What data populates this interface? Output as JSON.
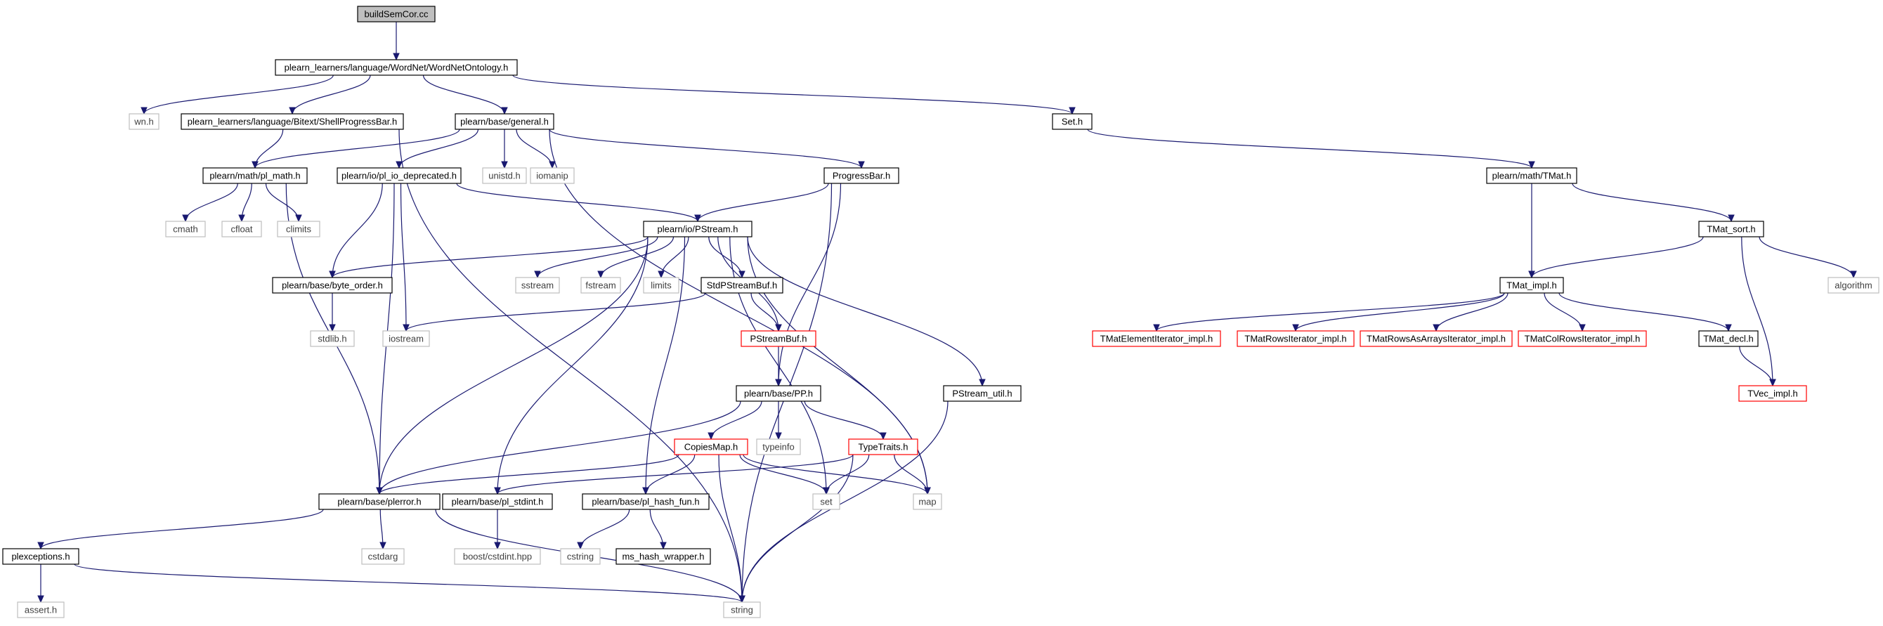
{
  "colors": {
    "edge": "#191970",
    "root_fill": "#bfbfbf",
    "normal_border": "#000000",
    "external_border": "#bfbfbf",
    "truncated_border": "#ff0000",
    "text_normal": "#000000",
    "text_external": "#404040"
  },
  "nodes": {
    "root": {
      "label": "buildSemCor.cc",
      "kind": "root"
    },
    "wordnet": {
      "label": "plearn_learners/language/WordNet/WordNetOntology.h",
      "kind": "normal"
    },
    "wn": {
      "label": "wn.h",
      "kind": "external"
    },
    "shellprog": {
      "label": "plearn_learners/language/Bitext/ShellProgressBar.h",
      "kind": "normal"
    },
    "general": {
      "label": "plearn/base/general.h",
      "kind": "normal"
    },
    "seth": {
      "label": "Set.h",
      "kind": "normal"
    },
    "plmath": {
      "label": "plearn/math/pl_math.h",
      "kind": "normal"
    },
    "ioDep": {
      "label": "plearn/io/pl_io_deprecated.h",
      "kind": "normal"
    },
    "unistd": {
      "label": "unistd.h",
      "kind": "external"
    },
    "iomanip": {
      "label": "iomanip",
      "kind": "external"
    },
    "progress": {
      "label": "ProgressBar.h",
      "kind": "normal"
    },
    "tmat": {
      "label": "plearn/math/TMat.h",
      "kind": "normal"
    },
    "cmath": {
      "label": "cmath",
      "kind": "external"
    },
    "cfloat": {
      "label": "cfloat",
      "kind": "external"
    },
    "climits": {
      "label": "climits",
      "kind": "external"
    },
    "pstream": {
      "label": "plearn/io/PStream.h",
      "kind": "normal"
    },
    "tmatSort": {
      "label": "TMat_sort.h",
      "kind": "normal"
    },
    "byteOrder": {
      "label": "plearn/base/byte_order.h",
      "kind": "normal"
    },
    "sstream": {
      "label": "sstream",
      "kind": "external"
    },
    "fstream": {
      "label": "fstream",
      "kind": "external"
    },
    "limits": {
      "label": "limits",
      "kind": "external"
    },
    "stdPsb": {
      "label": "StdPStreamBuf.h",
      "kind": "normal"
    },
    "tmatImpl": {
      "label": "TMat_impl.h",
      "kind": "normal"
    },
    "algorithm": {
      "label": "algorithm",
      "kind": "external"
    },
    "stdlib": {
      "label": "stdlib.h",
      "kind": "external"
    },
    "iostream": {
      "label": "iostream",
      "kind": "external"
    },
    "psb": {
      "label": "PStreamBuf.h",
      "kind": "truncated"
    },
    "tmatElem": {
      "label": "TMatElementIterator_impl.h",
      "kind": "truncated"
    },
    "tmatRows": {
      "label": "TMatRowsIterator_impl.h",
      "kind": "truncated"
    },
    "tmatRowsArr": {
      "label": "TMatRowsAsArraysIterator_impl.h",
      "kind": "truncated"
    },
    "tmatCol": {
      "label": "TMatColRowsIterator_impl.h",
      "kind": "truncated"
    },
    "tmatDecl": {
      "label": "TMat_decl.h",
      "kind": "normal"
    },
    "pp": {
      "label": "plearn/base/PP.h",
      "kind": "normal"
    },
    "pstreamUtil": {
      "label": "PStream_util.h",
      "kind": "normal"
    },
    "tvec": {
      "label": "TVec_impl.h",
      "kind": "truncated"
    },
    "copiesMap": {
      "label": "CopiesMap.h",
      "kind": "truncated"
    },
    "typeinfo": {
      "label": "typeinfo",
      "kind": "external"
    },
    "typeTraits": {
      "label": "TypeTraits.h",
      "kind": "truncated"
    },
    "plerror": {
      "label": "plearn/base/plerror.h",
      "kind": "normal"
    },
    "plstdint": {
      "label": "plearn/base/pl_stdint.h",
      "kind": "normal"
    },
    "hashFun": {
      "label": "plearn/base/pl_hash_fun.h",
      "kind": "normal"
    },
    "set": {
      "label": "set",
      "kind": "external"
    },
    "map": {
      "label": "map",
      "kind": "external"
    },
    "plexceptions": {
      "label": "plexceptions.h",
      "kind": "normal"
    },
    "cstdarg": {
      "label": "cstdarg",
      "kind": "external"
    },
    "cstdint": {
      "label": "boost/cstdint.hpp",
      "kind": "external"
    },
    "cstring": {
      "label": "cstring",
      "kind": "external"
    },
    "msHash": {
      "label": "ms_hash_wrapper.h",
      "kind": "normal"
    },
    "assert": {
      "label": "assert.h",
      "kind": "external"
    },
    "string": {
      "label": "string",
      "kind": "external"
    }
  },
  "edges": [
    [
      "root",
      "wordnet"
    ],
    [
      "wordnet",
      "wn"
    ],
    [
      "wordnet",
      "shellprog"
    ],
    [
      "wordnet",
      "general"
    ],
    [
      "wordnet",
      "seth"
    ],
    [
      "shellprog",
      "plmath"
    ],
    [
      "shellprog",
      "string"
    ],
    [
      "general",
      "plmath"
    ],
    [
      "general",
      "ioDep"
    ],
    [
      "general",
      "unistd"
    ],
    [
      "general",
      "iomanip"
    ],
    [
      "general",
      "progress"
    ],
    [
      "general",
      "map"
    ],
    [
      "seth",
      "tmat"
    ],
    [
      "plmath",
      "cmath"
    ],
    [
      "plmath",
      "cfloat"
    ],
    [
      "plmath",
      "climits"
    ],
    [
      "plmath",
      "plerror"
    ],
    [
      "ioDep",
      "pstream"
    ],
    [
      "ioDep",
      "byteOrder"
    ],
    [
      "ioDep",
      "iostream"
    ],
    [
      "ioDep",
      "plerror"
    ],
    [
      "progress",
      "pstream"
    ],
    [
      "progress",
      "pp"
    ],
    [
      "progress",
      "string"
    ],
    [
      "tmat",
      "tmatImpl"
    ],
    [
      "tmat",
      "tmatSort"
    ],
    [
      "pstream",
      "byteOrder"
    ],
    [
      "pstream",
      "sstream"
    ],
    [
      "pstream",
      "fstream"
    ],
    [
      "pstream",
      "limits"
    ],
    [
      "pstream",
      "stdPsb"
    ],
    [
      "pstream",
      "psb"
    ],
    [
      "pstream",
      "pstreamUtil"
    ],
    [
      "pstream",
      "plerror"
    ],
    [
      "pstream",
      "plstdint"
    ],
    [
      "pstream",
      "hashFun"
    ],
    [
      "pstream",
      "set"
    ],
    [
      "pstream",
      "map"
    ],
    [
      "tmatSort",
      "tmatImpl"
    ],
    [
      "tmatSort",
      "algorithm"
    ],
    [
      "tmatSort",
      "tvec"
    ],
    [
      "byteOrder",
      "stdlib"
    ],
    [
      "stdPsb",
      "psb"
    ],
    [
      "stdPsb",
      "iostream"
    ],
    [
      "tmatImpl",
      "tmatElem"
    ],
    [
      "tmatImpl",
      "tmatRows"
    ],
    [
      "tmatImpl",
      "tmatRowsArr"
    ],
    [
      "tmatImpl",
      "tmatCol"
    ],
    [
      "tmatImpl",
      "tmatDecl"
    ],
    [
      "tmatDecl",
      "tvec"
    ],
    [
      "psb",
      "pp"
    ],
    [
      "pp",
      "copiesMap"
    ],
    [
      "pp",
      "typeinfo"
    ],
    [
      "pp",
      "typeTraits"
    ],
    [
      "pp",
      "plerror"
    ],
    [
      "pstreamUtil",
      "string"
    ],
    [
      "copiesMap",
      "plerror"
    ],
    [
      "copiesMap",
      "hashFun"
    ],
    [
      "copiesMap",
      "set"
    ],
    [
      "copiesMap",
      "map"
    ],
    [
      "copiesMap",
      "string"
    ],
    [
      "typeTraits",
      "plstdint"
    ],
    [
      "typeTraits",
      "set"
    ],
    [
      "typeTraits",
      "map"
    ],
    [
      "typeTraits",
      "string"
    ],
    [
      "plerror",
      "plexceptions"
    ],
    [
      "plerror",
      "cstdarg"
    ],
    [
      "plerror",
      "string"
    ],
    [
      "plstdint",
      "cstdint"
    ],
    [
      "hashFun",
      "cstring"
    ],
    [
      "hashFun",
      "msHash"
    ],
    [
      "plexceptions",
      "assert"
    ],
    [
      "plexceptions",
      "string"
    ]
  ]
}
